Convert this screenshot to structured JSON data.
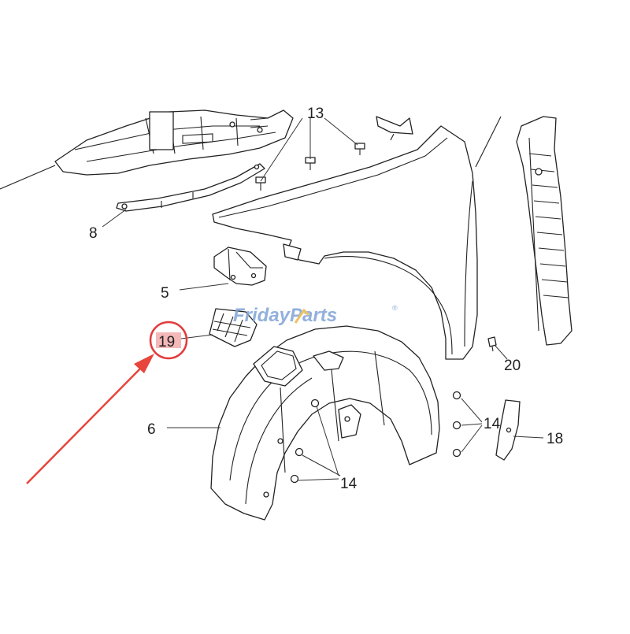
{
  "watermark": {
    "brand_part1": "Friday",
    "brand_part2": "Parts",
    "mark": "®"
  },
  "callouts": {
    "c5": "5",
    "c6": "6",
    "c8": "8",
    "c13": "13",
    "c14a": "14",
    "c14b": "14",
    "c18": "18",
    "c19": "19",
    "c20": "20"
  },
  "highlight": {
    "circle_color": "#e23b3b",
    "arrow_color": "#e8453c",
    "label_fill": "#f4b8b8"
  },
  "colors": {
    "watermark_blue": "#7fa3d6",
    "watermark_yellow": "#e8b84a",
    "line": "#222222"
  }
}
